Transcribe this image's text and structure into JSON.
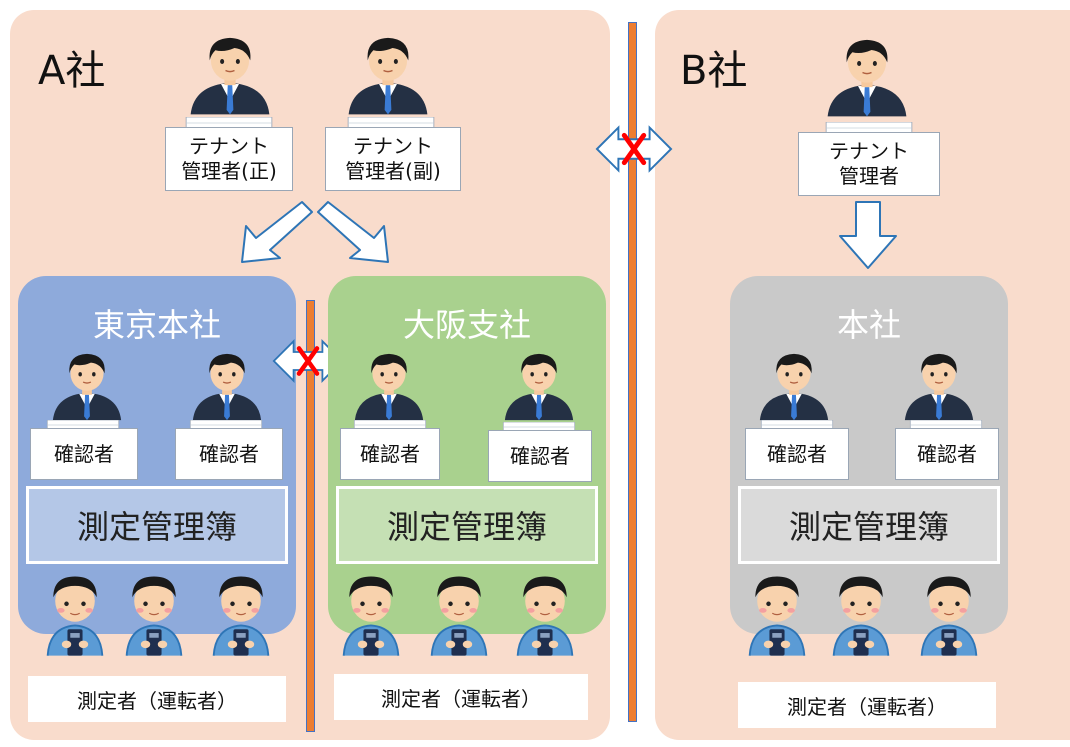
{
  "company_a": {
    "title": "A社",
    "tenant_admin_primary": "テナント\n管理者(正)",
    "tenant_admin_secondary": "テナント\n管理者(副)",
    "branches": [
      {
        "name": "東京本社",
        "color": "#8eaadb",
        "ledger_color": "#b4c7e7",
        "confirmer_1": "確認者",
        "confirmer_2": "確認者",
        "ledger": "測定管理簿",
        "measurers": "測定者（運転者）"
      },
      {
        "name": "大阪支社",
        "color": "#a9d18e",
        "ledger_color": "#c5e0b4",
        "confirmer_1": "確認者",
        "confirmer_2": "確認者",
        "ledger": "測定管理簿",
        "measurers": "測定者（運転者）"
      }
    ]
  },
  "company_b": {
    "title": "B社",
    "tenant_admin": "テナント\n管理者",
    "branches": [
      {
        "name": "本社",
        "color": "#c9c9c9",
        "ledger_color": "#dadada",
        "confirmer_1": "確認者",
        "confirmer_2": "確認者",
        "ledger": "測定管理簿",
        "measurers": "測定者（運転者）"
      }
    ]
  },
  "icons": {
    "admin": "businessman-icon",
    "measurer": "driver-with-device-icon",
    "blocked": "blocked-access-icon",
    "down_arrow": "down-arrow-icon"
  },
  "colors": {
    "panel": "#f9dccc",
    "divider": "#ed7d31",
    "divider_border": "#4472c4",
    "x_mark": "#ff0000",
    "arrow_stroke": "#2e75b6"
  }
}
